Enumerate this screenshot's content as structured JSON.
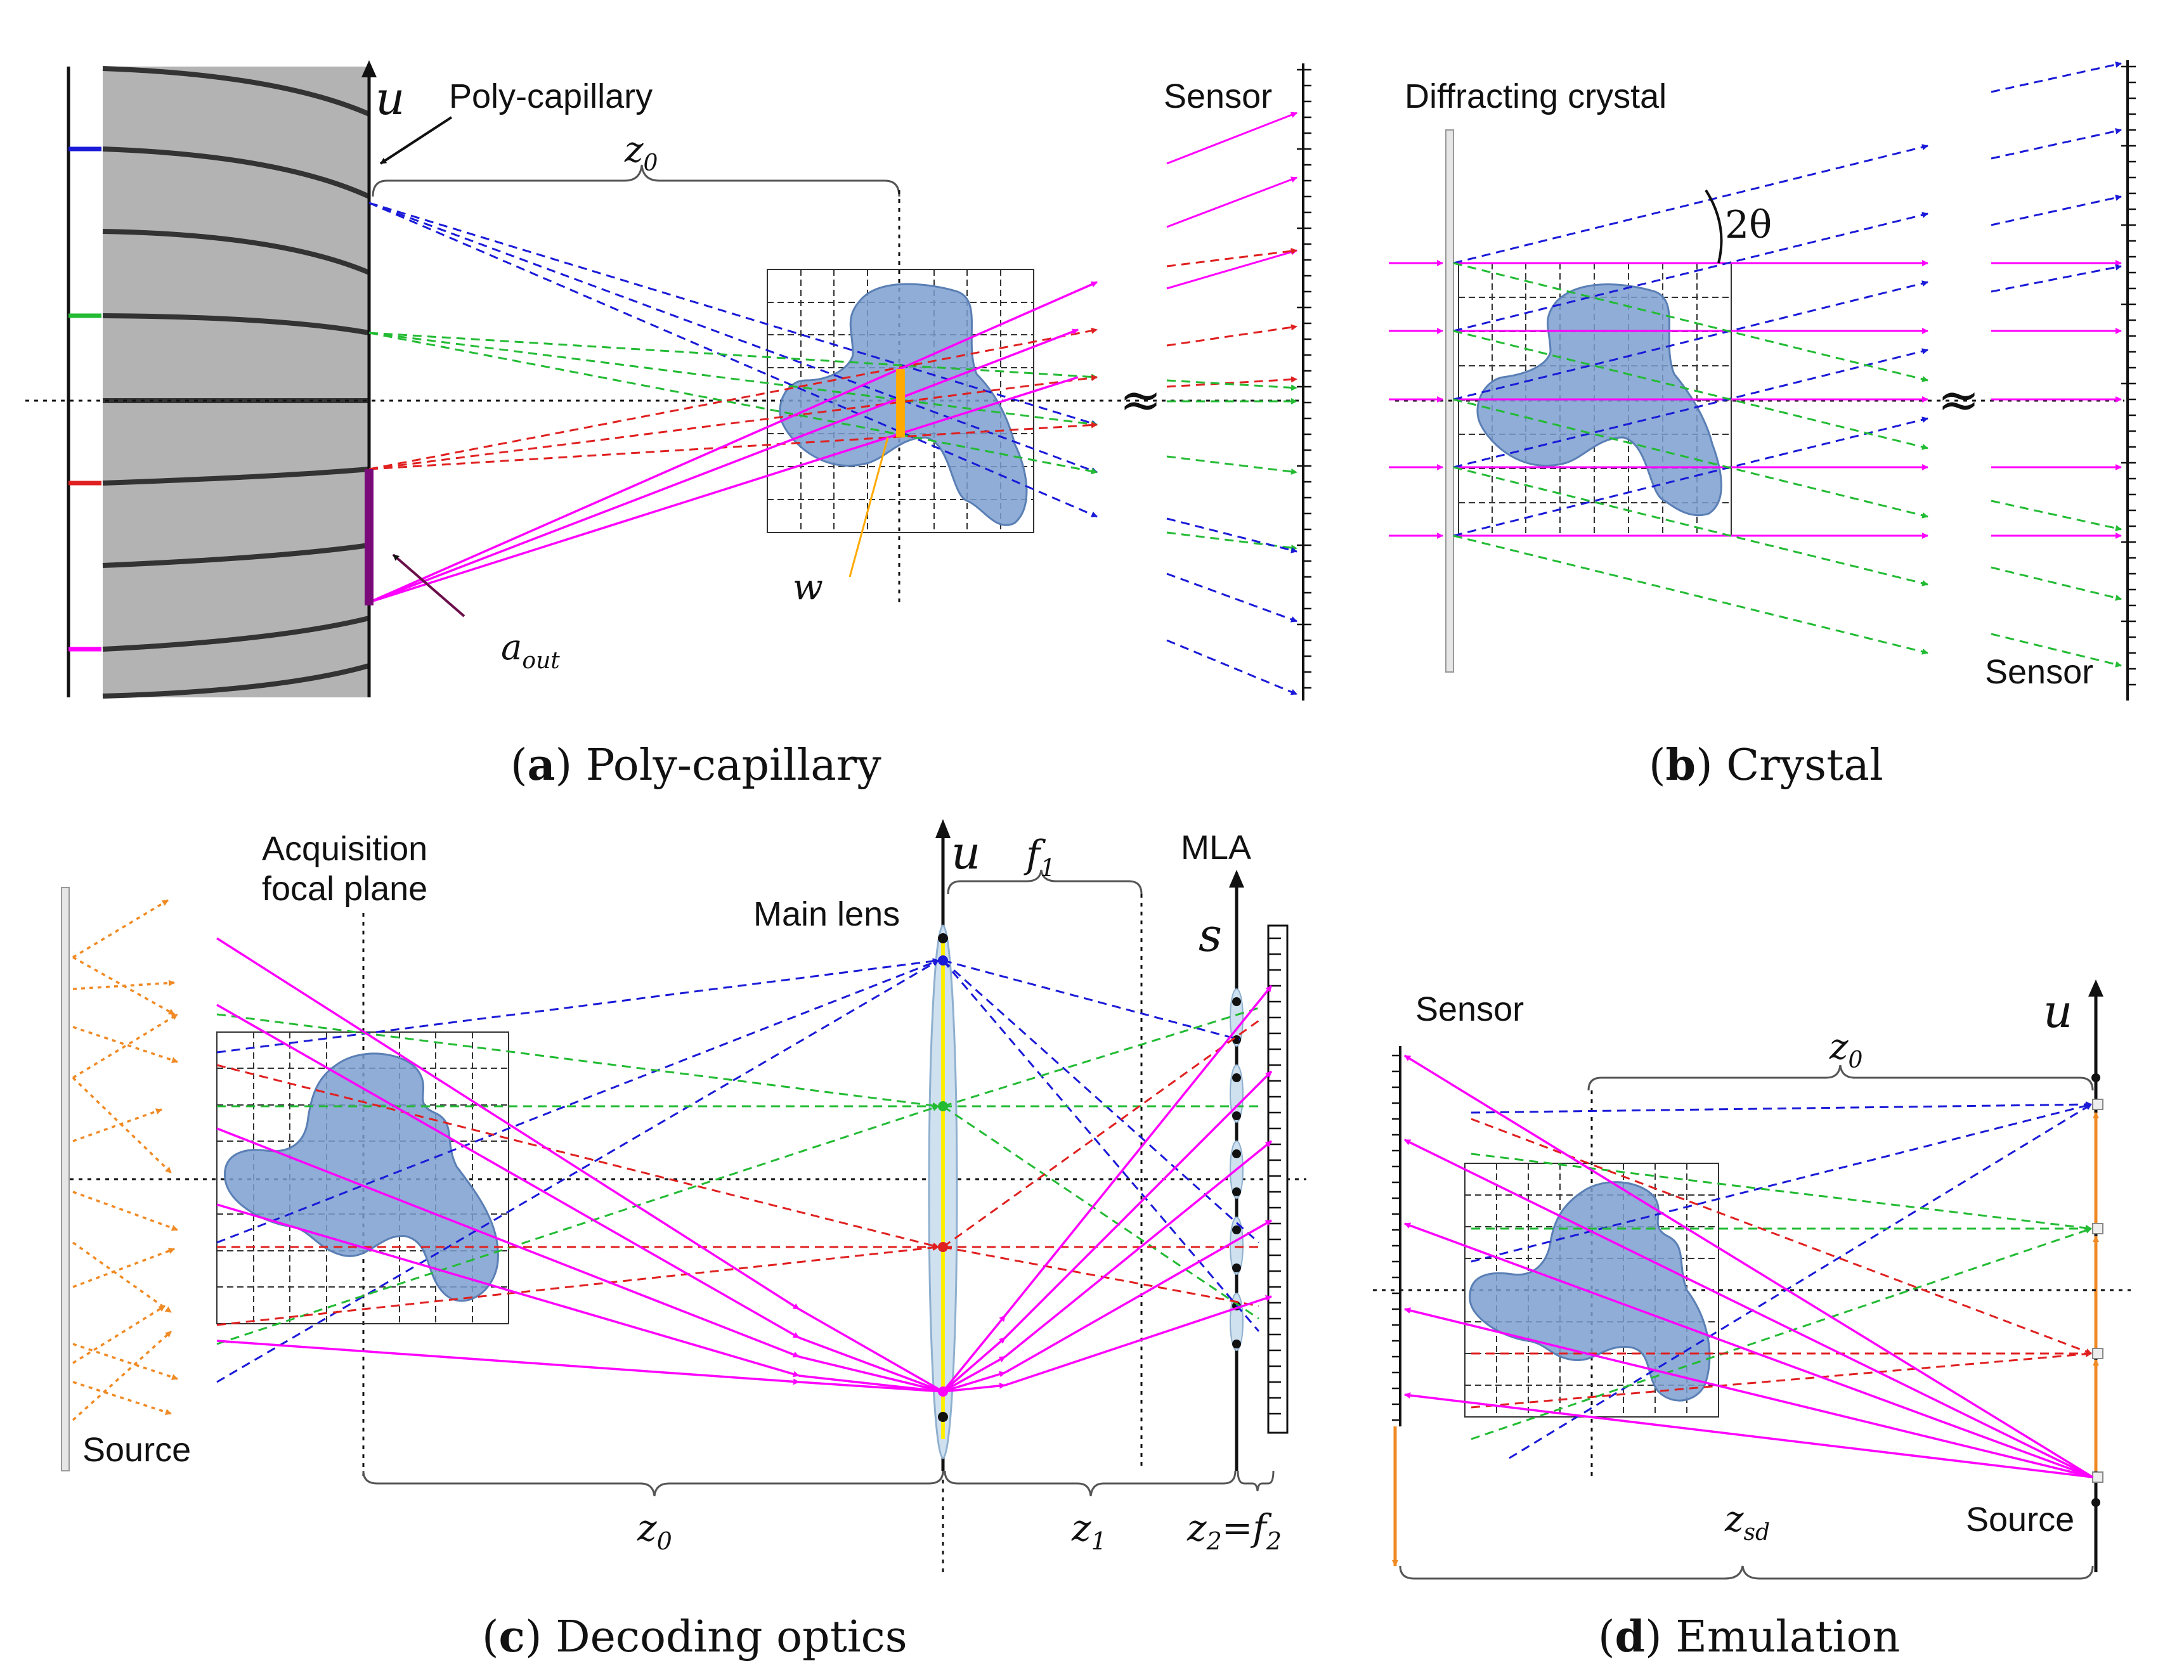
{
  "panels": {
    "a": {
      "caption_letter": "a",
      "caption_text": "Poly-capillary",
      "labels": {
        "axis": "u",
        "polycap": "Poly-capillary",
        "distance": "z",
        "distance_sub": "0",
        "sensor": "Sensor",
        "width": "w",
        "aperture": "a",
        "aperture_sub": "out",
        "break": "≈"
      }
    },
    "b": {
      "caption_letter": "b",
      "caption_text": "Crystal",
      "labels": {
        "crystal": "Diffracting crystal",
        "angle": "2θ",
        "sensor": "Sensor",
        "break": "≈"
      }
    },
    "c": {
      "caption_letter": "c",
      "caption_text": "Decoding optics",
      "labels": {
        "acq1": "Acquisition",
        "acq2": "focal plane",
        "main_lens": "Main lens",
        "mla": "MLA",
        "axis_u": "u",
        "axis_s": "s",
        "f1": "f",
        "f1_sub": "1",
        "source": "Source",
        "z0": "z",
        "z0_sub": "0",
        "z1": "z",
        "z1_sub": "1",
        "z2": "z",
        "z2_sub": "2",
        "equals": "=",
        "f2": "f",
        "f2_sub": "2"
      }
    },
    "d": {
      "caption_letter": "d",
      "caption_text": "Emulation",
      "labels": {
        "sensor": "Sensor",
        "axis": "u",
        "z0": "z",
        "z0_sub": "0",
        "zsd": "z",
        "zsd_sub": "sd",
        "source": "Source"
      }
    }
  },
  "colors": {
    "blue": "#1a1ad8",
    "green": "#22bb33",
    "red": "#e02020",
    "magenta": "#ff00ff",
    "orange": "#f08a24",
    "sample_fill": "#7b9fcf",
    "sample_stroke": "#5a7fb5",
    "capillary_gray": "#b3b3b3",
    "lens_fill": "#cfe0ef",
    "lens_axis": "#ffee00",
    "aperture": "#7a0a7a",
    "w_marker": "#ffaa00"
  }
}
